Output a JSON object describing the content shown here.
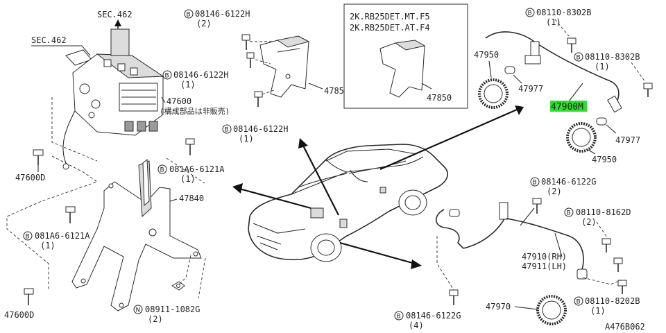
{
  "diagram": {
    "drawing_number": "A476B062",
    "variant_box": {
      "line1": "2K.RB25DET.MT.F5",
      "line2": "2K.RB25DET.AT.F4",
      "part": "47850"
    },
    "highlight": {
      "part": "47900M",
      "color": "#2ee02e"
    },
    "labels": {
      "sec462_top": "SEC.462",
      "sec462_left": "SEC.462",
      "p47600": "47600",
      "p47600_note": "(構成部品は非販売)",
      "p47600d_top": "47600D",
      "p47600d_bot": "47600D",
      "p47840": "47840",
      "p47850": "47850",
      "p47950_top": "47950",
      "p47977_top": "47977",
      "p47977_bot": "47977",
      "p47950_bot": "47950",
      "p47910": "47910(RH)",
      "p47911": "47911(LH)",
      "p47970": "47970"
    },
    "bolts": [
      {
        "code": "B",
        "part": "08146-6122H",
        "qty": "(2)"
      },
      {
        "code": "B",
        "part": "08146-6122H",
        "qty": "(1)"
      },
      {
        "code": "B",
        "part": "08146-6122H",
        "qty": "(1)"
      },
      {
        "code": "B",
        "part": "081A6-6121A",
        "qty": "(1)"
      },
      {
        "code": "B",
        "part": "081A6-6121A",
        "qty": "(1)"
      },
      {
        "code": "N",
        "part": "08911-1082G",
        "qty": "(2)"
      },
      {
        "code": "B",
        "part": "08110-8302B",
        "qty": "(1)"
      },
      {
        "code": "B",
        "part": "08110-8302B",
        "qty": "(1)"
      },
      {
        "code": "B",
        "part": "08146-6122G",
        "qty": "(2)"
      },
      {
        "code": "B",
        "part": "08110-8162D",
        "qty": "(2)"
      },
      {
        "code": "B",
        "part": "08110-8202B",
        "qty": "(1)"
      },
      {
        "code": "B",
        "part": "08146-6122G",
        "qty": "(4)"
      }
    ]
  }
}
